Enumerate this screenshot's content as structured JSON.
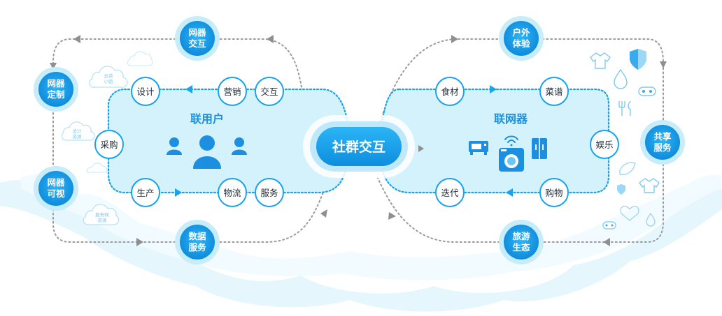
{
  "center": {
    "label": "社群交互"
  },
  "left_hub": {
    "title": "联用户",
    "nodes": {
      "design": "设计",
      "marketing": "营销",
      "interaction": "交互",
      "procurement": "采购",
      "production": "生产",
      "logistics": "物流",
      "service": "服务"
    }
  },
  "right_hub": {
    "title": "联网器",
    "nodes": {
      "ingredients": "食材",
      "recipes": "菜谱",
      "entertainment": "娱乐",
      "iteration": "迭代",
      "shopping": "购物"
    }
  },
  "outer_nodes": {
    "network_interaction": [
      "网器",
      "交互"
    ],
    "network_custom": [
      "网器",
      "定制"
    ],
    "network_visual": [
      "网器",
      "可视"
    ],
    "data_service": [
      "数据",
      "服务"
    ],
    "outdoor": [
      "户外",
      "体验"
    ],
    "shared_service": [
      "共享",
      "服务"
    ],
    "travel_ecology": [
      "旅游",
      "生态"
    ]
  },
  "cloud_badges": {
    "cloud_top": [
      "云菜",
      "小馆"
    ],
    "cloud_mid": [
      "设计",
      "资源"
    ],
    "cloud_bottom": [
      "服务网",
      "资源"
    ]
  },
  "colors": {
    "accent": "#19a3ee",
    "accent_dark": "#0d84d8",
    "hub_fill": "#d6f4fb",
    "outer_ring": "#c7ecfa",
    "dotted_gray": "#9a9a9a",
    "cloud": "#e6f7fd"
  },
  "icons": [
    "users-icon",
    "oven-icon",
    "wifi-icon",
    "washer-icon",
    "fridge-icon",
    "tshirt-icon",
    "shield-icon",
    "water-drop-icon",
    "gamepad-icon",
    "utensils-icon",
    "leaf-icon",
    "heart-icon",
    "cloud-icon"
  ]
}
